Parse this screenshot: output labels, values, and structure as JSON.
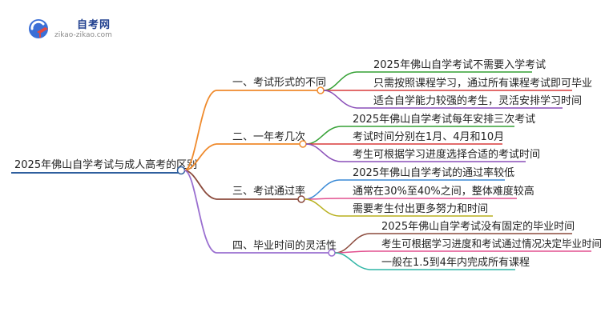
{
  "logo": {
    "title": "自考网",
    "url": "zikao-zikao.com"
  },
  "root": {
    "label": "2025年佛山自学考试与成人高考的区别",
    "color": "#2f5f9e"
  },
  "branches": [
    {
      "label": "一、考试形式的不同",
      "color": "#ef8a2c",
      "leaves": [
        {
          "label": "2025年佛山自学考试不需要入学考试",
          "color": "#35a135"
        },
        {
          "label": "只需按照课程学习，通过所有课程考试即可毕业",
          "color": "#d93b3b"
        },
        {
          "label": "适合自学能力较强的考生，灵活安排学习时间",
          "color": "#8a4fb8"
        }
      ]
    },
    {
      "label": "二、一年考几次",
      "color": "#ef8a2c",
      "leaves": [
        {
          "label": "2025年佛山自学考试每年安排三次考试",
          "color": "#35a135"
        },
        {
          "label": "考试时间分别在1月、4月和10月",
          "color": "#d93b3b"
        },
        {
          "label": "考生可根据学习进度选择合适的考试时间",
          "color": "#8a4fb8"
        }
      ]
    },
    {
      "label": "三、考试通过率",
      "color": "#8b4a3c",
      "leaves": [
        {
          "label": "2025年佛山自学考试的通过率较低",
          "color": "#3a8ad6"
        },
        {
          "label": "通常在30%至40%之间，整体难度较高",
          "color": "#e2508f"
        },
        {
          "label": "需要考生付出更多努力和时间",
          "color": "#b8b01e"
        }
      ]
    },
    {
      "label": "四、毕业时间的灵活性",
      "color": "#9a6fd0",
      "leaves": [
        {
          "label": "2025年佛山自学考试没有固定的毕业时间",
          "color": "#8b4a3c"
        },
        {
          "label": "考生可根据学习进度和考试通过情况决定毕业时间",
          "color": "#e2508f"
        },
        {
          "label": "一般在1.5到4年内完成所有课程",
          "color": "#2fb5a5"
        }
      ]
    }
  ]
}
